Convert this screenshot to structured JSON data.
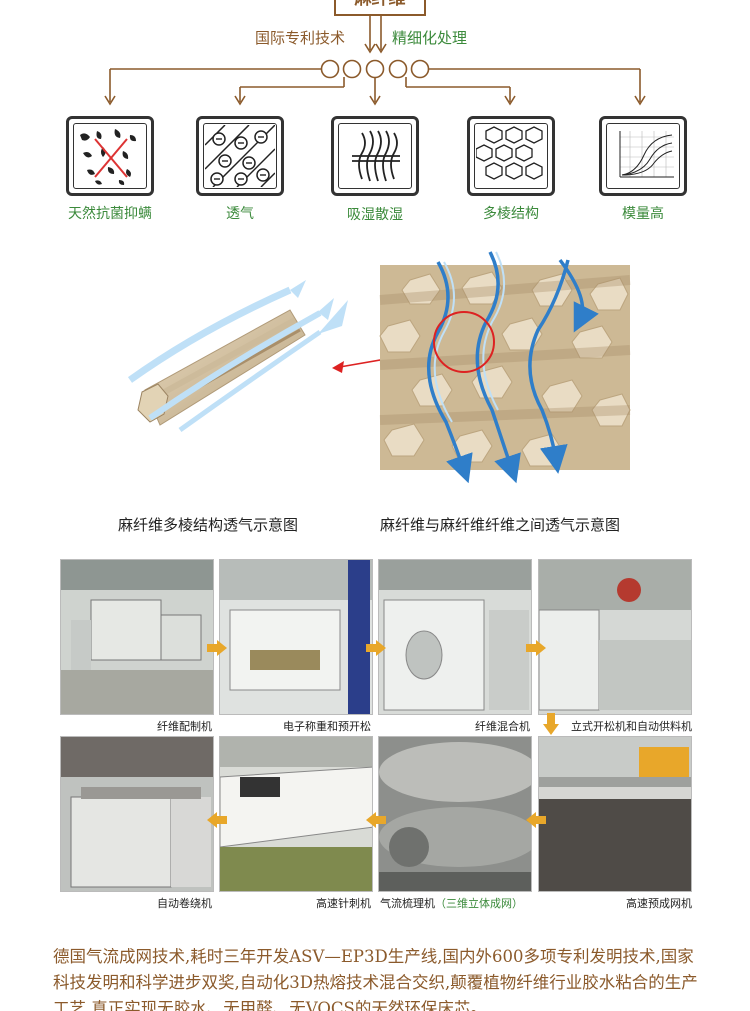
{
  "header": {
    "title": "麻纤维",
    "left_label": "国际专利技术",
    "right_label": "精细化处理"
  },
  "features": [
    {
      "label": "天然抗菌抑螨",
      "icon": "antibacterial-icon"
    },
    {
      "label": "透气",
      "icon": "breathable-icon"
    },
    {
      "label": "吸湿散湿",
      "icon": "moisture-icon"
    },
    {
      "label": "多棱结构",
      "icon": "multi-edge-structure-icon"
    },
    {
      "label": "模量高",
      "icon": "high-modulus-chart-icon"
    }
  ],
  "diagram": {
    "caption_left": "麻纤维多棱结构透气示意图",
    "caption_right": "麻纤维与麻纤维纤维之间透气示意图"
  },
  "process": {
    "row1": [
      {
        "label": "纤维配制机"
      },
      {
        "label": "电子称重和预开松"
      },
      {
        "label": "纤维混合机"
      },
      {
        "label": "立式开松机和自动供料机"
      }
    ],
    "row2": [
      {
        "label": "自动卷绕机"
      },
      {
        "label": "高速针刺机"
      },
      {
        "label": "气流梳理机",
        "note": "（三维立体成网）"
      },
      {
        "label": "高速预成网机"
      }
    ]
  },
  "description": "德国气流成网技术,耗时三年开发ASV—EP3D生产线,国内外600多项专利发明技术,国家科技发明和科学进步双奖,自动化3D热熔技术混合交织,颠覆植物纤维行业胶水粘合的生产工艺,真正实现无胶水、无甲醛、无VOCS的天然环保床芯。",
  "colors": {
    "brown": "#8b5a2b",
    "green": "#3b8a3b",
    "arrow": "#e8a72a"
  }
}
